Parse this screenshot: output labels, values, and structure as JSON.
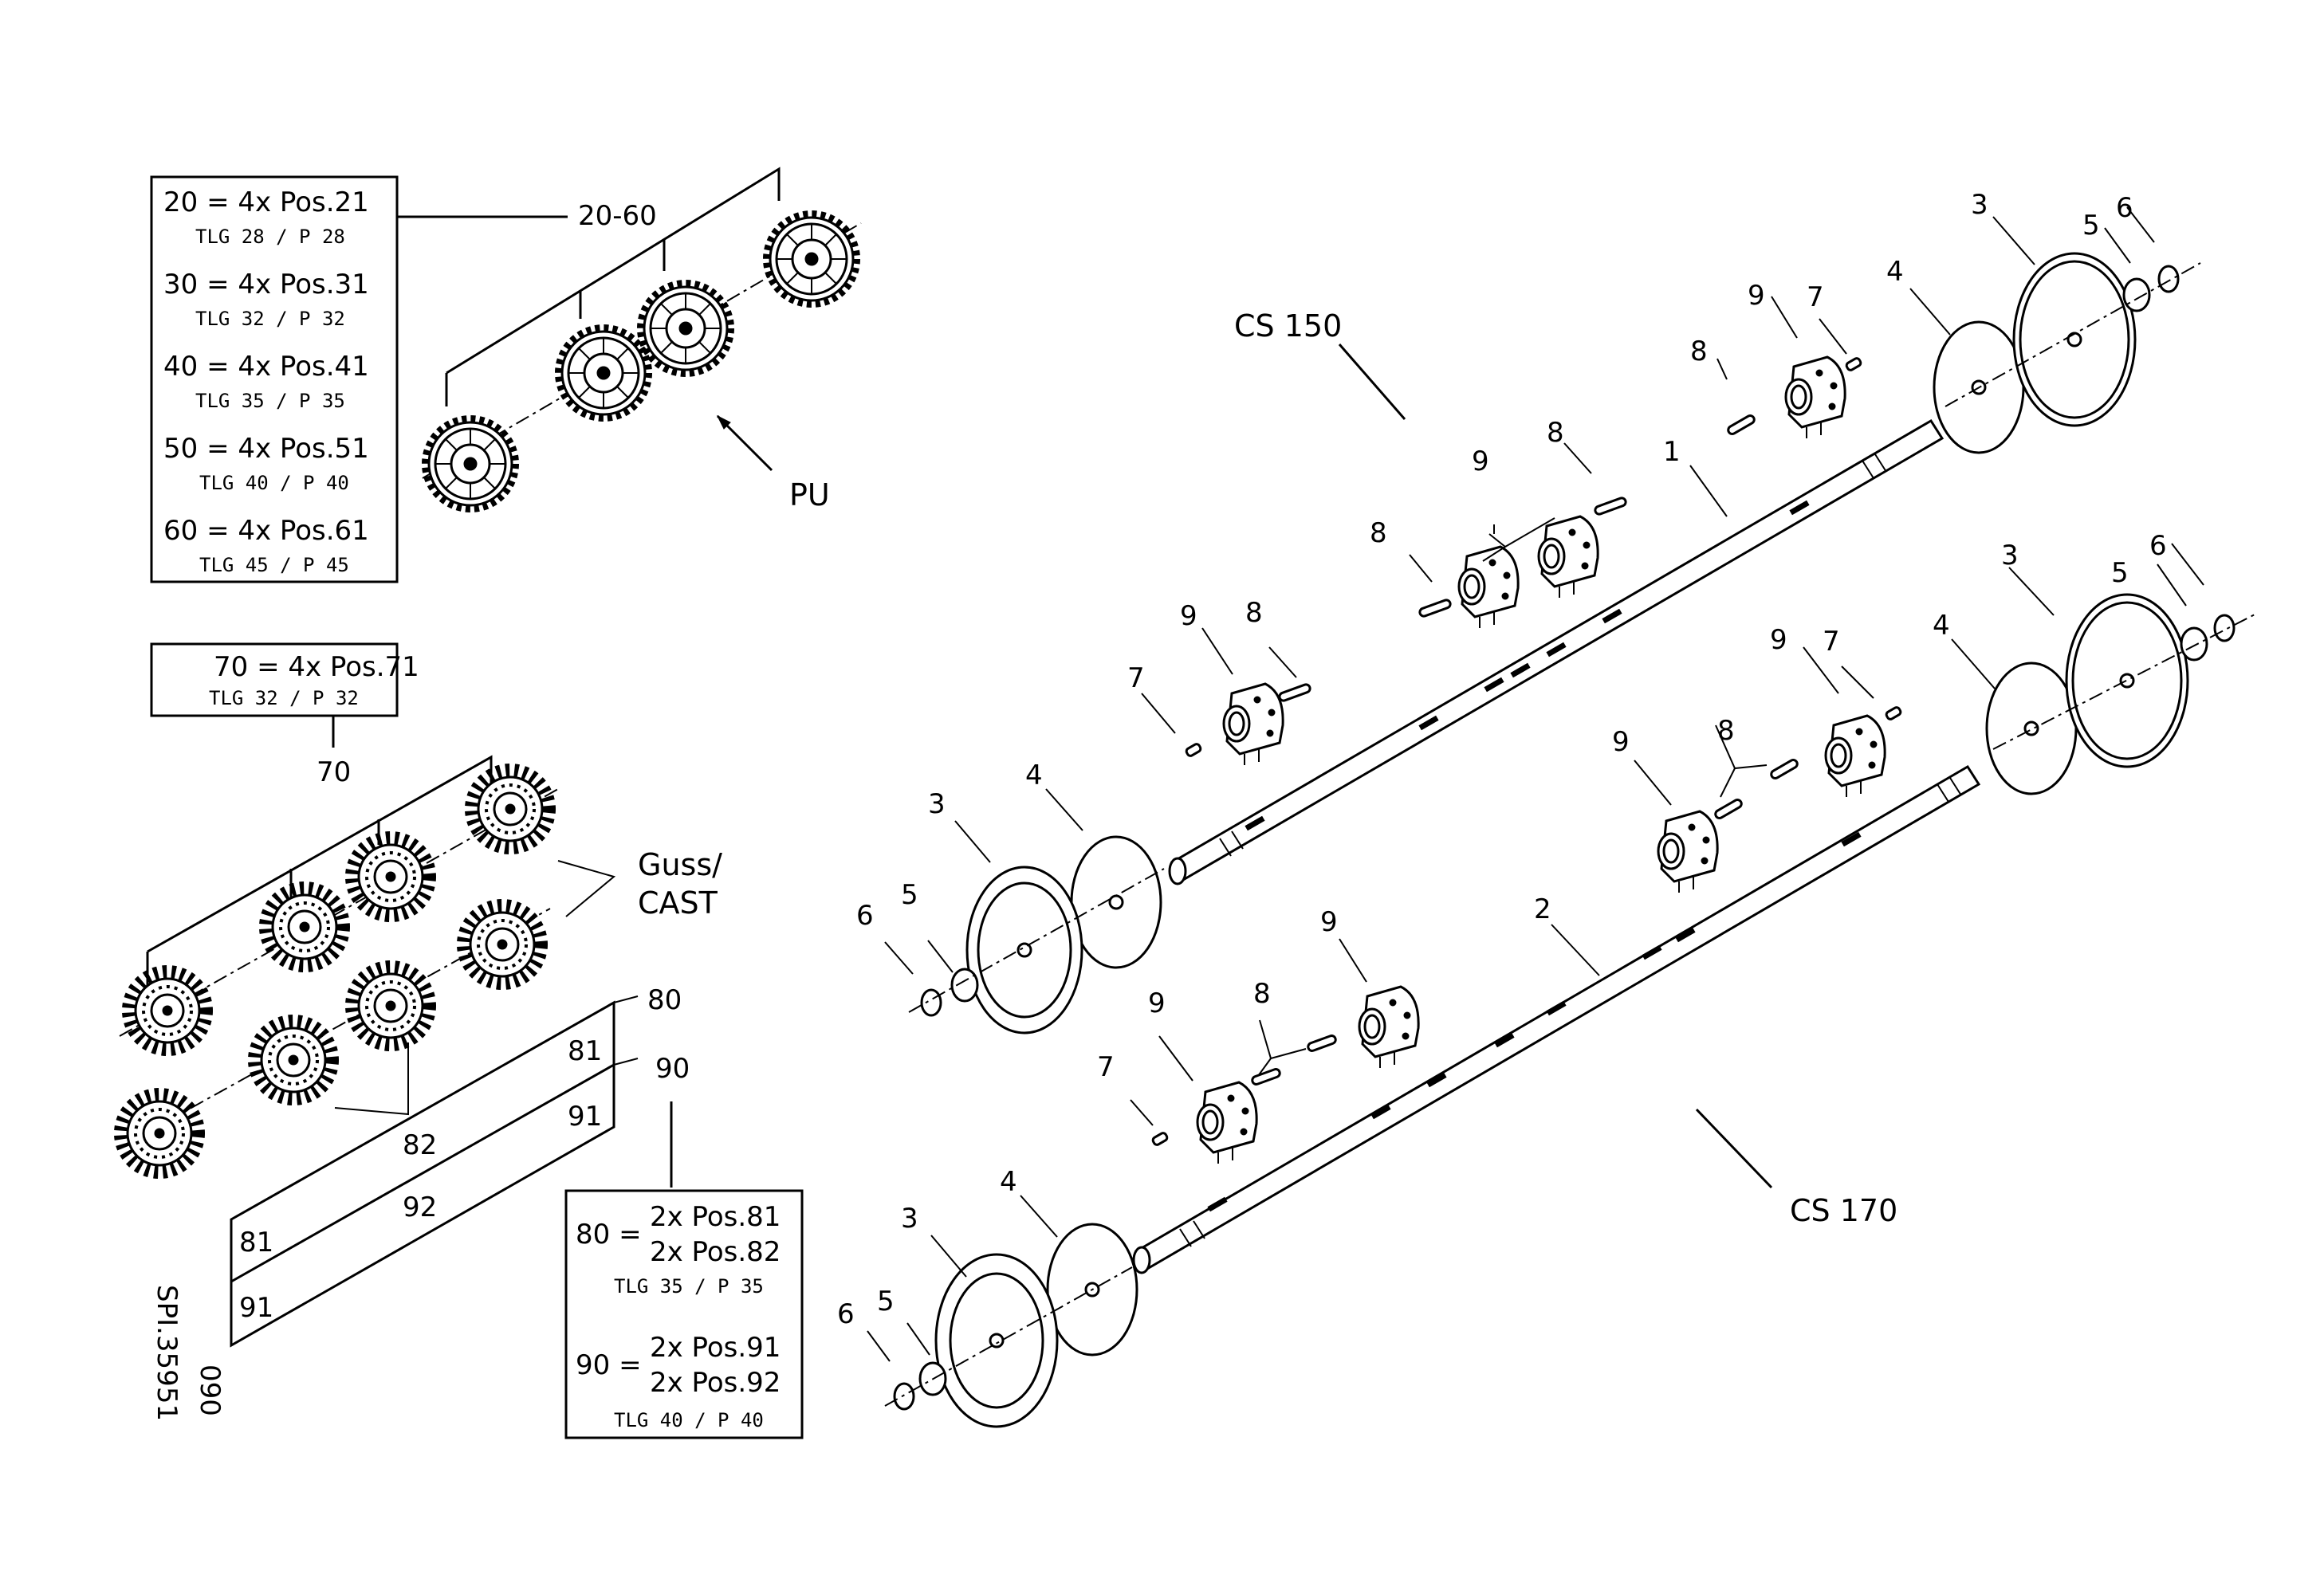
{
  "legend_pu": {
    "rows": [
      {
        "main": "20 = 4x Pos.21",
        "sub": "TLG 28 / P 28"
      },
      {
        "main": "30 = 4x Pos.31",
        "sub": "TLG 32 / P 32"
      },
      {
        "main": "40 = 4x Pos.41",
        "sub": "TLG 35 / P 35"
      },
      {
        "main": "50 = 4x Pos.51",
        "sub": "TLG 40 / P 40"
      },
      {
        "main": "60 = 4x Pos.61",
        "sub": "TLG 45 / P 45"
      }
    ],
    "group_label": "20-60",
    "material_label": "PU"
  },
  "legend_70": {
    "main": "70 = 4x Pos.71",
    "sub": "TLG 32 / P 32",
    "group_label": "70"
  },
  "cast_label": [
    "Guss/",
    "CAST"
  ],
  "legend_80_90": {
    "rows": [
      {
        "id": "80 =",
        "lines": [
          "2x Pos.81",
          "2x Pos.82"
        ],
        "sub": "TLG 35 / P 35"
      },
      {
        "id": "90 =",
        "lines": [
          "2x Pos.91",
          "2x Pos.92"
        ],
        "sub": "TLG 40 / P 40"
      }
    ]
  },
  "parallelogram_labels": {
    "p80": "80",
    "p90": "90",
    "l81a": "81",
    "l81b": "81",
    "l82": "82",
    "l91a": "91",
    "l91b": "91",
    "l92": "92"
  },
  "drawing_id": [
    "SPI.35951",
    "090"
  ],
  "model_labels": {
    "top": "CS 150",
    "bottom": "CS 170"
  },
  "callouts": {
    "n1": "1",
    "n2": "2",
    "n3": "3",
    "n4": "4",
    "n5": "5",
    "n6": "6",
    "n7": "7",
    "n8": "8",
    "n9": "9"
  }
}
